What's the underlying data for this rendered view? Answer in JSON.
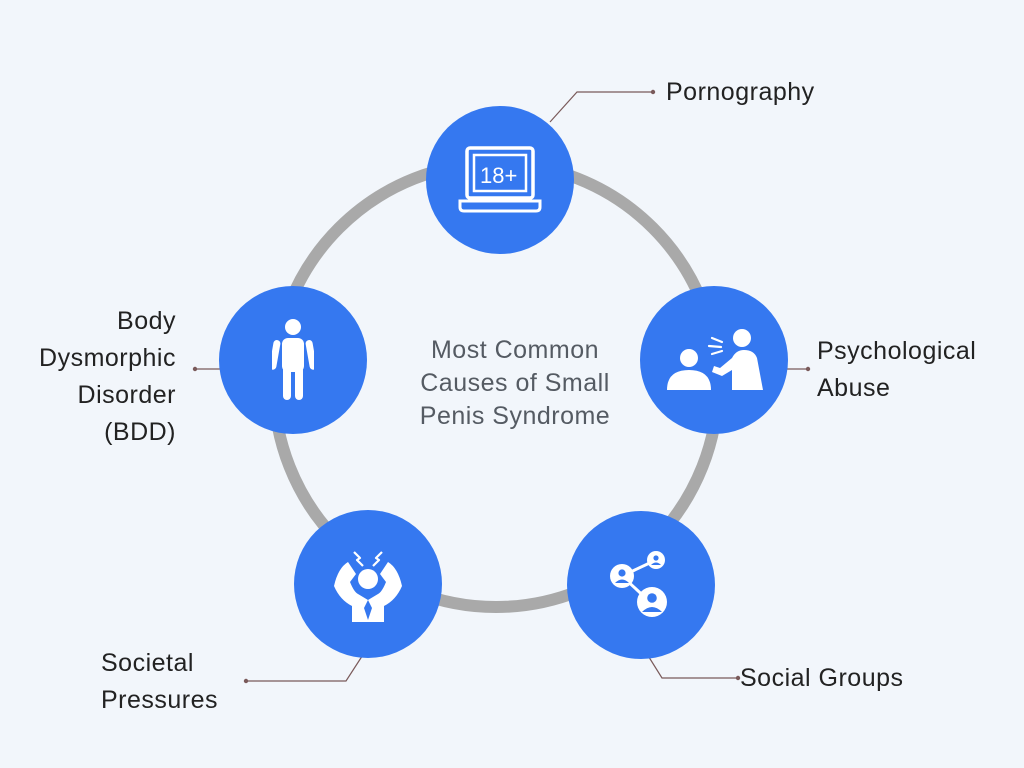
{
  "colors": {
    "accent": "#3578f0",
    "ring": "#a9a9a9",
    "connector": "#7a5a5a",
    "background": "#f2f6fb"
  },
  "center": {
    "lines": [
      "Most Common",
      "Causes of Small",
      "Penis Syndrome"
    ]
  },
  "causes": [
    {
      "lines": [
        "Pornography"
      ],
      "icon": "laptop-18plus-icon",
      "badge": "18+"
    },
    {
      "lines": [
        "Psychological",
        "Abuse"
      ],
      "icon": "yelling-person-icon"
    },
    {
      "lines": [
        "Social Groups"
      ],
      "icon": "social-network-icon"
    },
    {
      "lines": [
        "Societal",
        "Pressures"
      ],
      "icon": "stressed-person-icon"
    },
    {
      "lines": [
        "Body",
        "Dysmorphic",
        "Disorder",
        "(BDD)"
      ],
      "icon": "person-standing-icon"
    }
  ]
}
